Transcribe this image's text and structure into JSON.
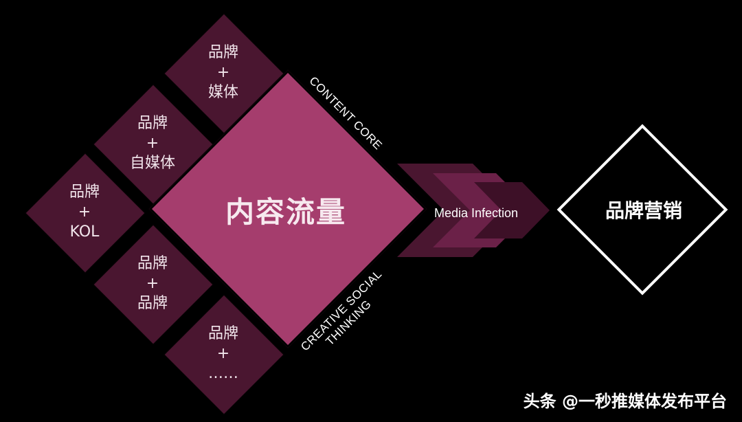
{
  "center": {
    "label": "内容流量"
  },
  "edges": {
    "top": "CONTENT CORE",
    "bottom_line1": "CREATIVE SOCIAL",
    "bottom_line2": "THINKING"
  },
  "flow": {
    "label": "Media Infection"
  },
  "target": {
    "label": "品牌营销"
  },
  "items": [
    {
      "line1": "品牌",
      "line2": "+",
      "line3": "媒体"
    },
    {
      "line1": "品牌",
      "line2": "+",
      "line3": "自媒体"
    },
    {
      "line1": "品牌",
      "line2": "+",
      "line3": "KOL"
    },
    {
      "line1": "品牌",
      "line2": "+",
      "line3": "品牌"
    },
    {
      "line1": "品牌",
      "line2": "+",
      "line3": "……"
    }
  ],
  "watermark": {
    "text": "头条 @一秒推媒体发布平台"
  },
  "colors": {
    "center": "#a53d6d",
    "items": "#4a1630",
    "chevron": "#5e1a3e",
    "background": "#000000"
  }
}
